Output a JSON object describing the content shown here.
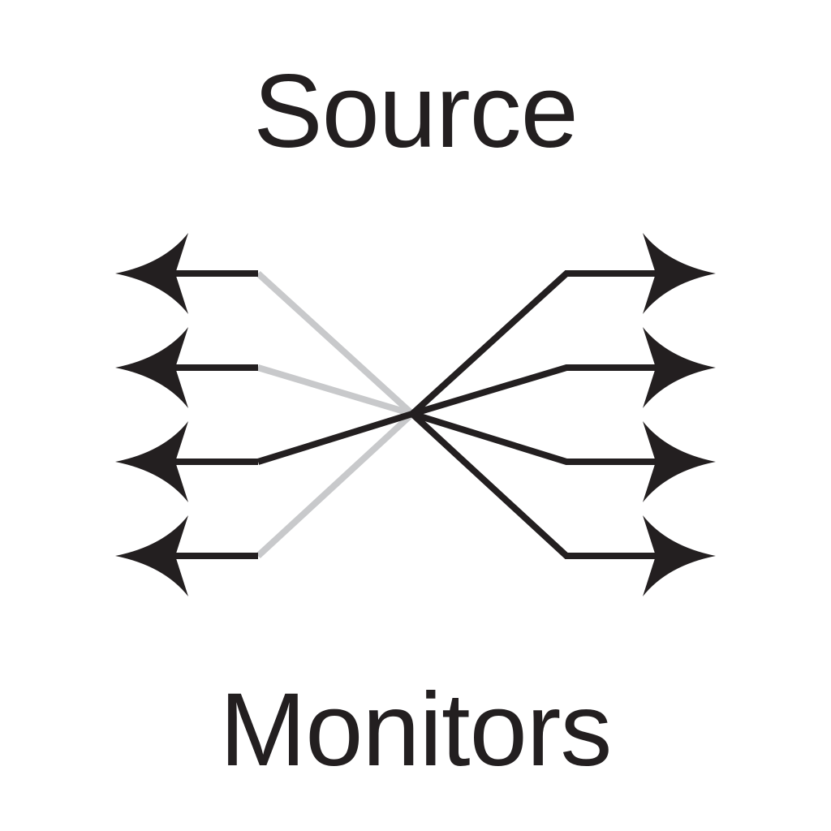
{
  "labels": {
    "top": "Source",
    "bottom": "Monitors"
  },
  "colors": {
    "active": "#231f20",
    "inactive": "#c8c9cb",
    "background": "#ffffff"
  },
  "connections": {
    "left": [
      "inactive",
      "inactive",
      "active",
      "inactive"
    ],
    "right": [
      "active",
      "active",
      "active",
      "active"
    ]
  }
}
